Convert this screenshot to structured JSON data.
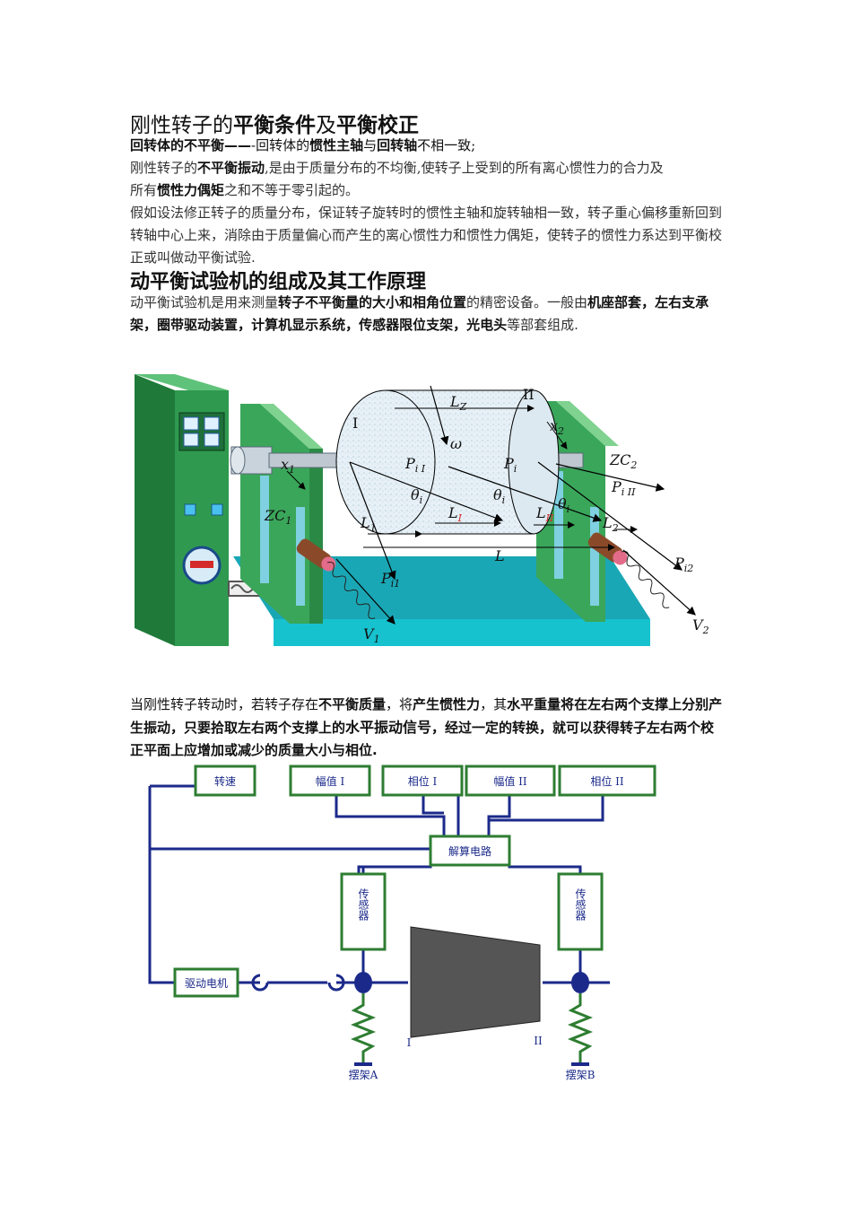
{
  "section1": {
    "title": {
      "a": "刚性转子的",
      "b": "平衡条件",
      "c": "及",
      "d": "平衡校正"
    },
    "line1": {
      "a": "回转体的不平衡",
      "b": "——",
      "c": "-回转体的",
      "d": "惯性主轴",
      "e": "与",
      "f": "回转轴",
      "g": "不相一致;"
    },
    "line2": {
      "a": "刚性转子的",
      "b": "不平衡振动",
      "c": ",是由于质量分布的不均衡,使转子上受到的所有离心惯性力的合力及"
    },
    "line3": {
      "a": "所有",
      "b": "惯性力偶矩",
      "c": "之和不等于零引起的。"
    },
    "para": "假如设法修正转子的质量分布，保证转子旋转时的惯性主轴和旋转轴相一致，转子重心偏移重新回到转轴中心上来，消除由于质量偏心而产生的离心惯性力和惯性力偶矩，使转子的惯性力系达到平衡校正或叫做动平衡试验."
  },
  "section2": {
    "title": "动平衡试验机的组成及其工作原理",
    "intro": {
      "a": "动平衡试验机是用来测量",
      "b": "转子不平衡量的大小和相角位置",
      "c": "的精密设备。一般由",
      "d": "机座部套",
      "e": "，",
      "f": "左右支承架",
      "g": "，",
      "h": "圈带驱动装置",
      "i": "，",
      "j": "计算机显示系统",
      "k": "，",
      "l": "传感器限位支架",
      "m": "，",
      "n": "光电头",
      "o": "等部套组成."
    }
  },
  "figure1": {
    "labels": {
      "I": "I",
      "II": "II",
      "Lz": "L",
      "Lz_sub": "Z",
      "omega": "ω",
      "PiI": "P",
      "PiI_sub": "i I",
      "Pi": "P",
      "Pi_sub": "i",
      "theta1": "θ",
      "theta1_sub": "i",
      "theta2": "θ",
      "theta2_sub": "i",
      "theta3": "θ",
      "theta3_sub": "i",
      "LI": "L",
      "LI_sub": "I",
      "LII": "L",
      "LII_sub": "II",
      "L1": "L",
      "L1_sub": "1",
      "L2": "L",
      "L2_sub": "2",
      "L": "L",
      "x1": "x",
      "x1_sub": "1",
      "x2": "x",
      "x2_sub": "2",
      "ZC1": "ZC",
      "ZC1_sub": "1",
      "ZC2": "ZC",
      "ZC2_sub": "2",
      "PiII": "P",
      "PiII_sub": "i II",
      "Pi1": "P",
      "Pi1_sub": "i1",
      "Pi2": "P",
      "Pi2_sub": "i2",
      "V1": "V",
      "V1_sub": "1",
      "V2": "V",
      "V2_sub": "2"
    },
    "colors": {
      "base": "#1aa7b5",
      "frame": "#3aa65a",
      "machine": "#2f9a4f",
      "rotor": "#e4eef4",
      "red": "#d42a2a"
    }
  },
  "section3": {
    "para": {
      "a": "当刚性转子转动时，若转子存在",
      "b": "不平衡质量",
      "c": "，将",
      "d": "产生惯性力",
      "e": "，其",
      "f": "水平重量将在左右两个支撑上分别产生振动，只要拾取左右两个支撑上的",
      "g": "水平振动信号",
      "h": "，经过一定的转换，就可以获得转子左右两个校正平面上应增加或减少的质量大小与相位."
    }
  },
  "figure2": {
    "speed": "转速",
    "amp1": "幅值 I",
    "phase1": "相位 I",
    "amp2": "幅值 II",
    "phase2": "相位 II",
    "solver": "解算电路",
    "sensor_left": "传感器",
    "sensor_right": "传感器",
    "motor": "驱动电机",
    "rotor_left": "I",
    "rotor_right": "II",
    "support_a": "摆架A",
    "support_b": "摆架B",
    "colors": {
      "line": "#1b2a8a",
      "box": "#2e7d32"
    }
  }
}
